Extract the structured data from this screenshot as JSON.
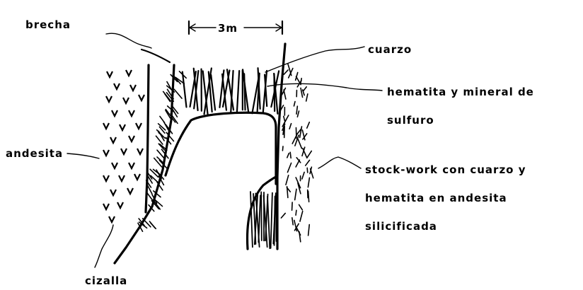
{
  "figure": {
    "scale_label": "3m",
    "labels": {
      "brecha": "brecha",
      "cuarzo": "cuarzo",
      "hematita_line1": "hematita  y  mineral  de",
      "hematita_line2": "sulfuro",
      "andesita": "andesita",
      "stockwork_line1": "stock-work  con  cuarzo  y",
      "stockwork_line2": "hematita  en  andesita",
      "stockwork_line3": "silicificada",
      "cizalla": "cizalla"
    }
  }
}
